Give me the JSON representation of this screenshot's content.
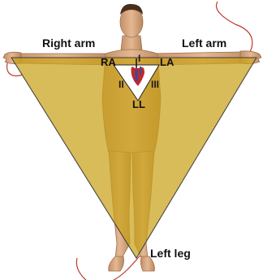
{
  "labels": {
    "right_arm": "Right arm",
    "left_arm": "Left arm",
    "left_leg": "Left leg",
    "ra": "RA",
    "la": "LA",
    "ll": "LL",
    "lead_i": "I",
    "lead_ii": "II",
    "lead_iii": "III"
  },
  "colors": {
    "triangle_fill": "#c9a21a",
    "skin": "#d9a980",
    "skin_shade": "#b98863",
    "heart_red": "#c0282d",
    "heart_blue": "#2b4fa0",
    "wire": "#c0392b",
    "hair": "#4a2e1c"
  }
}
